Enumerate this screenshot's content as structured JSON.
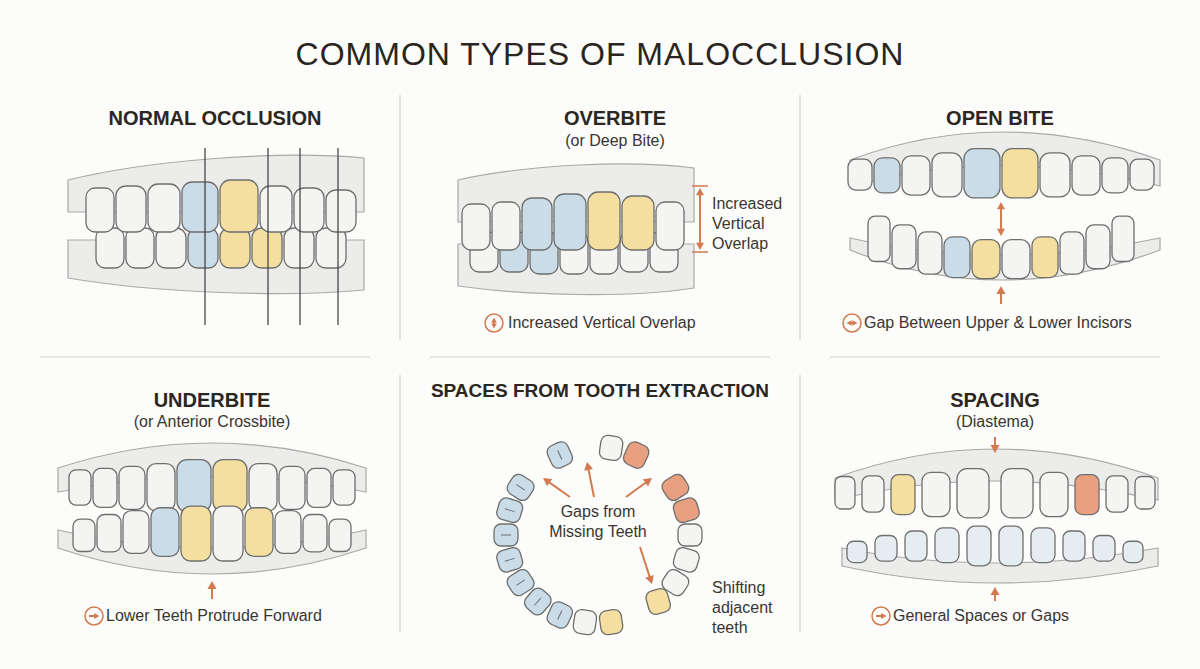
{
  "diagram": {
    "title": "COMMON TYPES OF MALOCCLUSION",
    "labels": [
      "NORMAL OCCLUSION",
      "OVERBITE",
      "(or Deep Bite)",
      "Increased Vertical Overlap",
      "Increased Vertical Overlap",
      "OPEN BITE",
      "Gap Between Upper & Lower Incisors",
      "UNDERBITE",
      "(or Anterior Crossbite)",
      "Lower Teeth Protrude Forward",
      "SPACES FROM TOOTH EXTRACTION",
      "Gaps from Missing Teeth",
      "Shifting adjacent teeth",
      "SPACING",
      "(Diastema)",
      "General Spaces or Gaps"
    ]
  }
}
